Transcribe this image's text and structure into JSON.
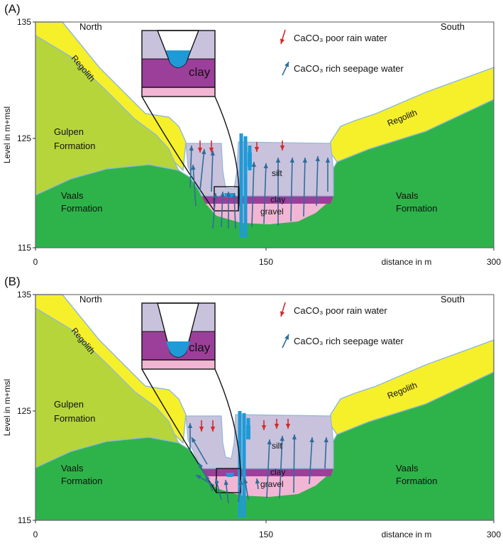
{
  "panels": [
    {
      "id": "A",
      "label": "(A)",
      "y_label": "Level in m+msl",
      "x_label": "distance in m",
      "y_ticks": [
        "135",
        "125",
        "115"
      ],
      "x_ticks": [
        "0",
        "150",
        "300"
      ],
      "north": "North",
      "south": "South",
      "regolith_left": "Regolith",
      "regolith_right": "Regolith",
      "gulpen": [
        "Gulpen",
        "Formation"
      ],
      "vaals_left": [
        "Vaals",
        "Formation"
      ],
      "vaals_right": [
        "Vaals",
        "Formation"
      ],
      "silt": "silt",
      "clay": "clay",
      "gravel": "gravel",
      "inset_clay": "clay",
      "legend_rain": "CaCO₃ poor rain water",
      "legend_seepage": "CaCO₃ rich seepage water"
    },
    {
      "id": "B",
      "label": "(B)",
      "y_label": "Level in m+msl",
      "x_label": "distance in m",
      "y_ticks": [
        "135",
        "125",
        "115"
      ],
      "x_ticks": [
        "0",
        "150",
        "300"
      ],
      "north": "North",
      "south": "South",
      "regolith_left": "Regolith",
      "regolith_right": "Regolith",
      "gulpen": [
        "Gulpen",
        "Formation"
      ],
      "vaals_left": [
        "Vaals",
        "Formation"
      ],
      "vaals_right": [
        "Vaals",
        "Formation"
      ],
      "silt": "silt",
      "clay": "clay",
      "gravel": "gravel",
      "inset_clay": "clay",
      "legend_rain": "CaCO₃ poor rain water",
      "legend_seepage": "CaCO₃ rich seepage water"
    }
  ],
  "colors": {
    "green": "#2eb34a",
    "lime": "#b6d53b",
    "yellow": "#f6f02a",
    "silt": "#c9c2dd",
    "clay": "#9c3f9a",
    "gravel": "#f2b6d4",
    "water": "#1e9ad6",
    "rain_arrow": "#d42a2a",
    "seep_arrow": "#2f6d9a",
    "boundary": "#8fb8d8"
  }
}
